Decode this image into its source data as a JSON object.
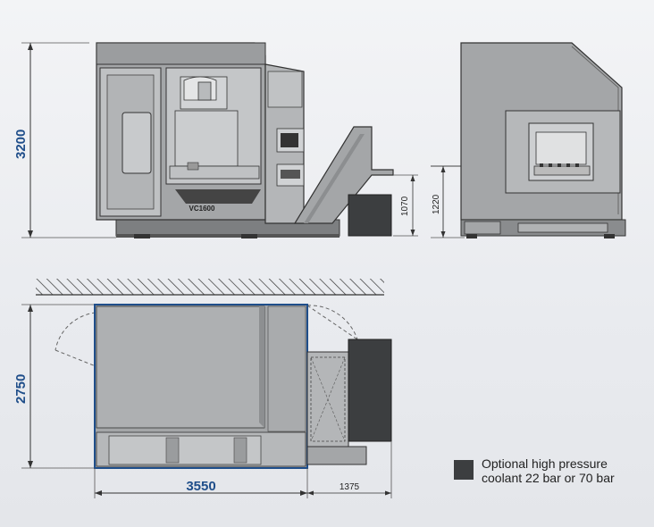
{
  "dimensions": {
    "front_height": "3200",
    "front_coolant_height": "1070",
    "side_height": "1220",
    "plan_depth": "2750",
    "plan_width": "3550",
    "plan_coolant_width": "1375"
  },
  "machine_label": {
    "brand": "",
    "model": "VC1600"
  },
  "legend": {
    "line1": "Optional high pressure",
    "line2": "coolant 22 bar or 70 bar"
  },
  "colors": {
    "machine_body": "#a4a6a8",
    "machine_light": "#c6c8ca",
    "coolant_unit": "#3c3e40",
    "dimension_blue": "#1f4e8a",
    "outline": "#333333"
  }
}
